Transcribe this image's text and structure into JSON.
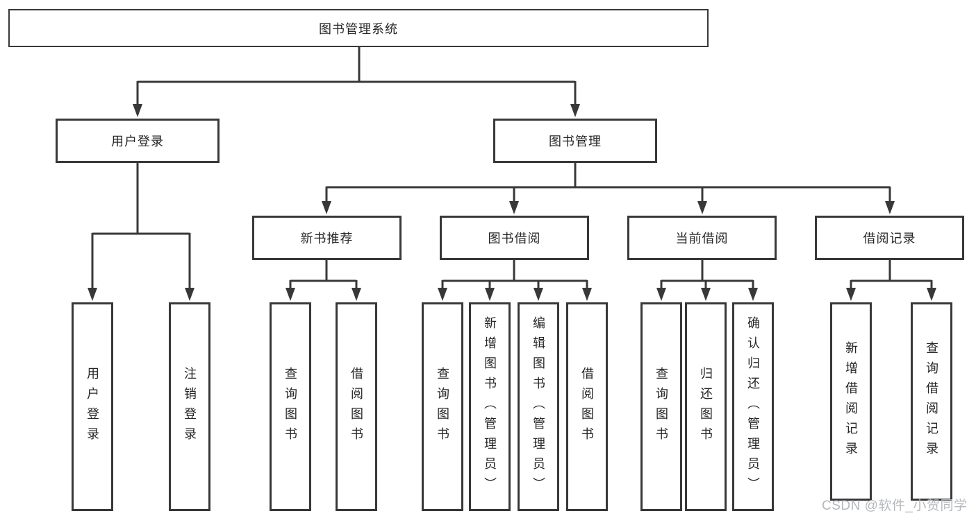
{
  "diagram_title": "图书管理系统",
  "colors": {
    "line": "#383838",
    "box_background": "#ffffff",
    "text": "#262626",
    "watermark": "#b5b8bc"
  },
  "tree": {
    "root": {
      "label": "图书管理系统",
      "children": [
        {
          "label": "用户登录",
          "children": [
            {
              "label": "用户登录"
            },
            {
              "label": "注销登录"
            }
          ]
        },
        {
          "label": "图书管理",
          "children": [
            {
              "label": "新书推荐",
              "children": [
                {
                  "label": "查询图书"
                },
                {
                  "label": "借阅图书"
                }
              ]
            },
            {
              "label": "图书借阅",
              "children": [
                {
                  "label": "查询图书"
                },
                {
                  "label": "新增图书（管理员）"
                },
                {
                  "label": "编辑图书（管理员）"
                },
                {
                  "label": "借阅图书"
                }
              ]
            },
            {
              "label": "当前借阅",
              "children": [
                {
                  "label": "查询图书"
                },
                {
                  "label": "归还图书"
                },
                {
                  "label": "确认归还（管理员）"
                }
              ]
            },
            {
              "label": "借阅记录",
              "children": [
                {
                  "label": "新增借阅记录"
                },
                {
                  "label": "查询借阅记录"
                }
              ]
            }
          ]
        }
      ]
    }
  },
  "watermark": "CSDN @软件_小贺同学"
}
